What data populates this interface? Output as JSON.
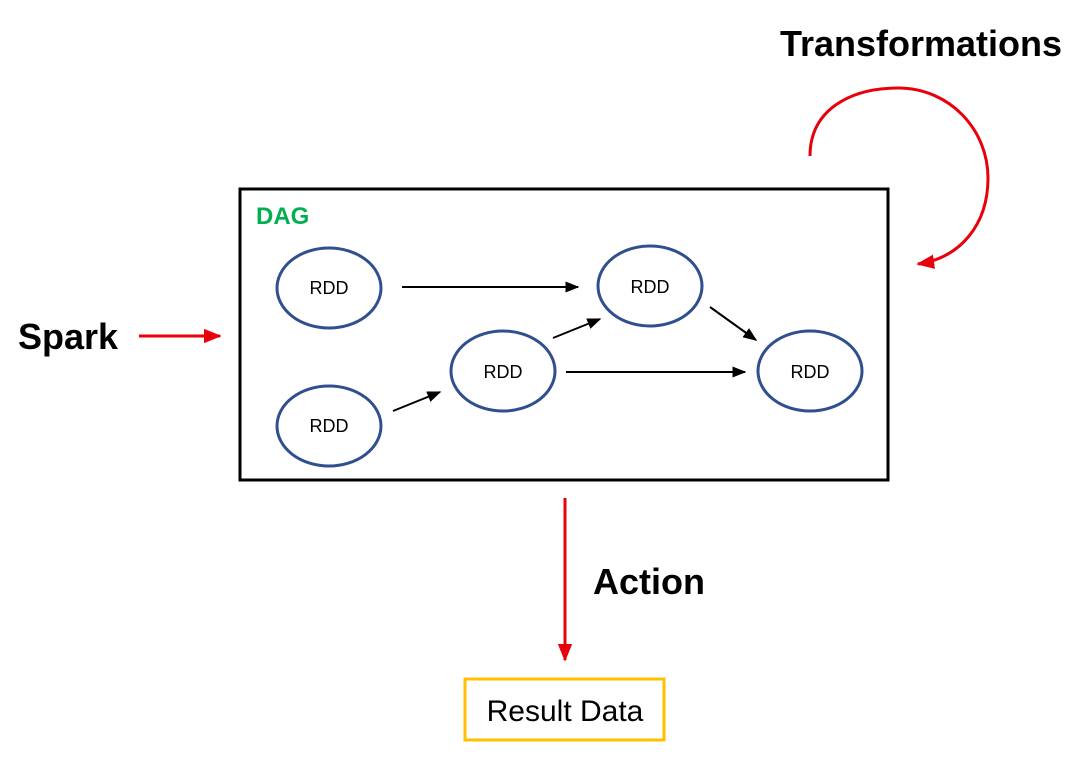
{
  "labels": {
    "transformations": "Transformations",
    "spark": "Spark",
    "action": "Action",
    "dag": "DAG",
    "result": "Result Data"
  },
  "nodes": [
    {
      "id": "rdd-1",
      "label": "RDD"
    },
    {
      "id": "rdd-2",
      "label": "RDD"
    },
    {
      "id": "rdd-3",
      "label": "RDD"
    },
    {
      "id": "rdd-4",
      "label": "RDD"
    },
    {
      "id": "rdd-5",
      "label": "RDD"
    }
  ],
  "colors": {
    "arrow_red": "#e8000b",
    "node_outline": "#2f4f8f",
    "dag_label": "#00b050",
    "result_border": "#ffc000"
  }
}
